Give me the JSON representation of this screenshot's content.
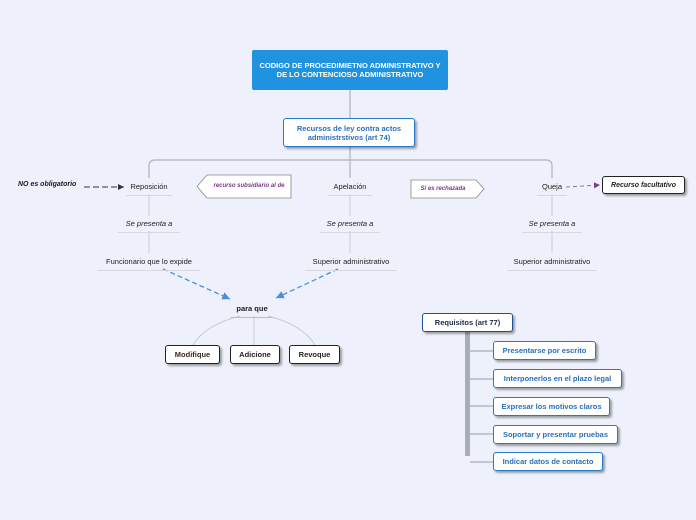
{
  "colors": {
    "background": "#eef1fb",
    "root": "#1f93e0",
    "accent_blue": "#2a79c7",
    "dashed_arrow": "#4a90d9",
    "callout_text": "#7a3a8a"
  },
  "root": "CODIGO  DE PROCEDIMIETNO ADMINISTRATIVO Y DE LO CONTENCIOSO ADMINISTRATIVO",
  "recursos": "Recursos  de ley contra actos administrstivos (art 74)",
  "branches": {
    "reposicion": {
      "label": "Reposición",
      "presenta": "Se presenta a",
      "target": "Funcionario que lo expide"
    },
    "apelacion": {
      "label": "Apelación",
      "presenta": "Se presenta a",
      "target": "Superior administrativo"
    },
    "queja": {
      "label": "Queja",
      "presenta": "Se presenta a",
      "target": "Superior administrativo"
    }
  },
  "side_notes": {
    "no_obligatorio": "NO es obligatorio",
    "recurso_facultativo": "Recurso facultativo",
    "recurso_subsidiario": "recurso subsidiario al de",
    "si_rechazada": "Si es rechazada"
  },
  "para_que": {
    "label": "para que",
    "options": [
      "Modifique",
      "Adicione",
      "Revoque"
    ]
  },
  "requisitos": {
    "title": "Requisitos (art 77)",
    "items": [
      "Presentarse por escrito",
      "Interponerlos en el plazo legal",
      "Expresar los motivos claros",
      "Soportar y presentar pruebas",
      "Indicar datos de contacto"
    ]
  }
}
